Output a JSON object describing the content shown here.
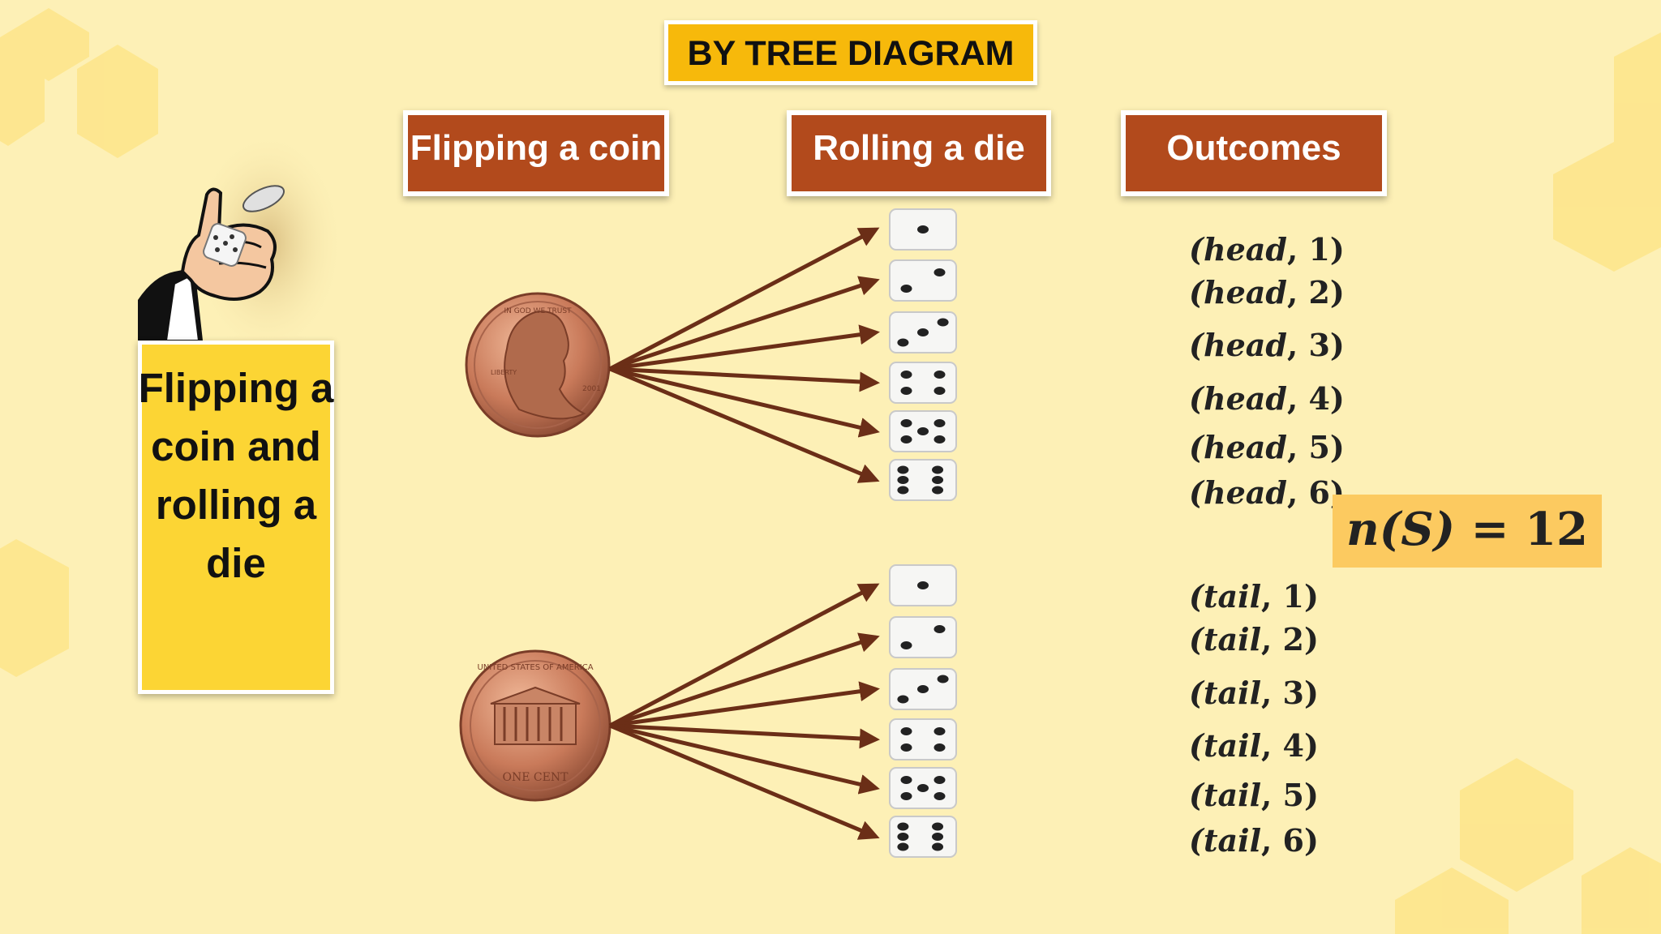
{
  "title": "BY TREE DIAGRAM",
  "headers": {
    "coin": "Flipping a coin",
    "die": "Rolling a die",
    "outcomes": "Outcomes"
  },
  "side_label": "Flipping a coin and rolling a die",
  "outcomes_head": [
    {
      "side": "head",
      "n": "1"
    },
    {
      "side": "head",
      "n": "2"
    },
    {
      "side": "head",
      "n": "3"
    },
    {
      "side": "head",
      "n": "4"
    },
    {
      "side": "head",
      "n": "5"
    },
    {
      "side": "head",
      "n": "6"
    }
  ],
  "outcomes_tail": [
    {
      "side": "tail",
      "n": "1"
    },
    {
      "side": "tail",
      "n": "2"
    },
    {
      "side": "tail",
      "n": "3"
    },
    {
      "side": "tail",
      "n": "4"
    },
    {
      "side": "tail",
      "n": "5"
    },
    {
      "side": "tail",
      "n": "6"
    }
  ],
  "sample_space": {
    "lhs": "n(S)",
    "eq": "=",
    "rhs": "12"
  },
  "coin_text": {
    "head_top": "IN GOD WE TRUST",
    "head_left": "LIBERTY",
    "head_year": "2001",
    "tail_top": "UNITED STATES OF AMERICA",
    "tail_bottom": "ONE CENT"
  },
  "colors": {
    "background": "#fdf0b6",
    "header": "#b24a1c",
    "title_box": "#f7b90b",
    "side_box": "#fcd534",
    "arrow": "#6b2e17",
    "ns_box": "#fcca60"
  },
  "icons": [
    "hand-flipping-coin-icon",
    "penny-head-icon",
    "penny-tail-icon",
    "die-face-icon",
    "arrow-icon"
  ]
}
